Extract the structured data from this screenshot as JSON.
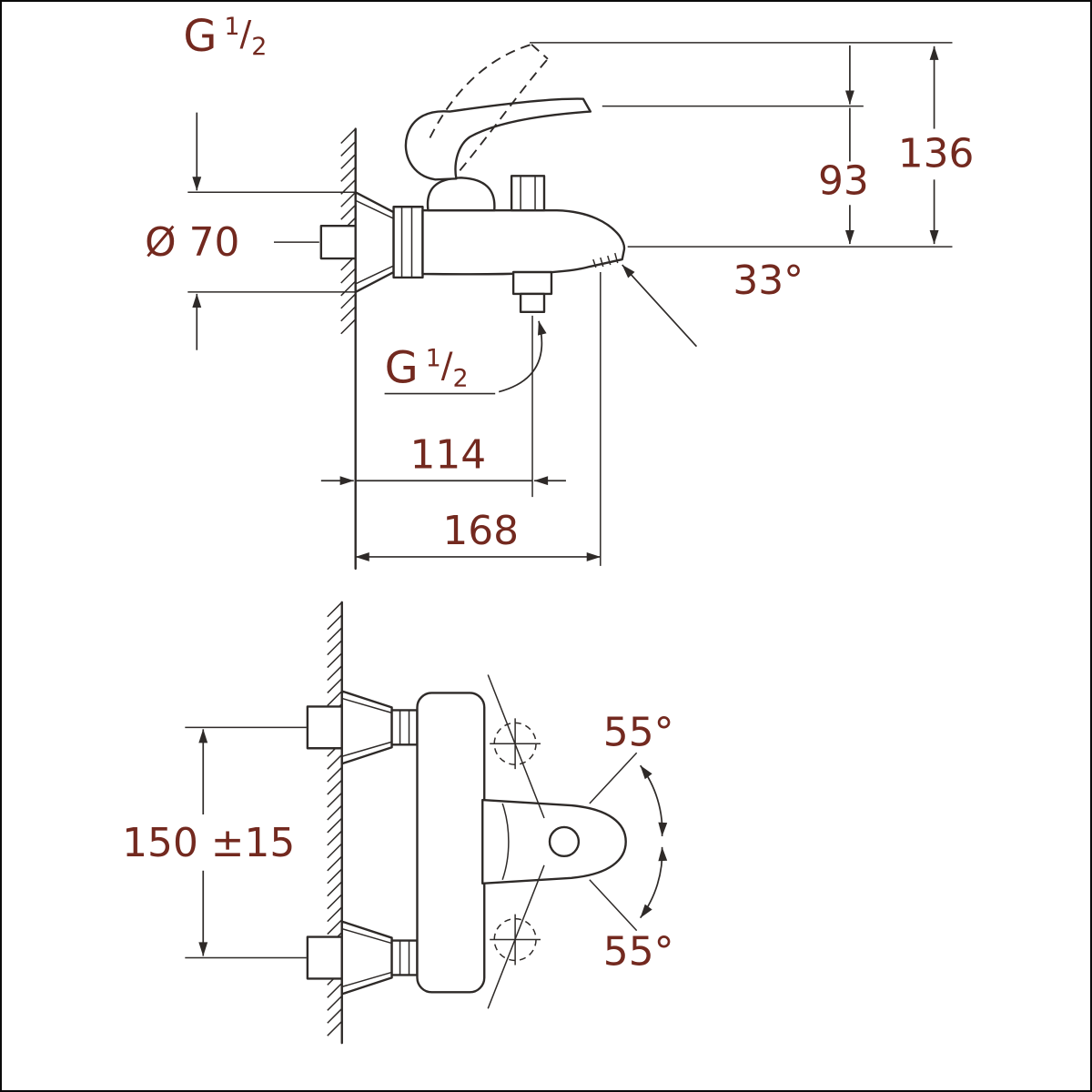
{
  "colors": {
    "line": "#2e2a28",
    "dim_text": "#73291f",
    "background": "#ffffff",
    "frame": "#0a0a0a"
  },
  "side_view": {
    "inlet_thread": {
      "g": "G",
      "num": "1",
      "slash": "/",
      "den": "2"
    },
    "outlet_thread": {
      "g": "G",
      "num": "1",
      "slash": "/",
      "den": "2"
    },
    "flange_diameter": "Ø 70",
    "height_overall": "136",
    "height_spout": "93",
    "spout_angle": "33°",
    "wall_to_shower_outlet": "114",
    "wall_to_spout": "168"
  },
  "front_view": {
    "inlet_spacing": "150 ±15",
    "swivel_angle_upper": "55°",
    "swivel_angle_lower": "55°"
  }
}
